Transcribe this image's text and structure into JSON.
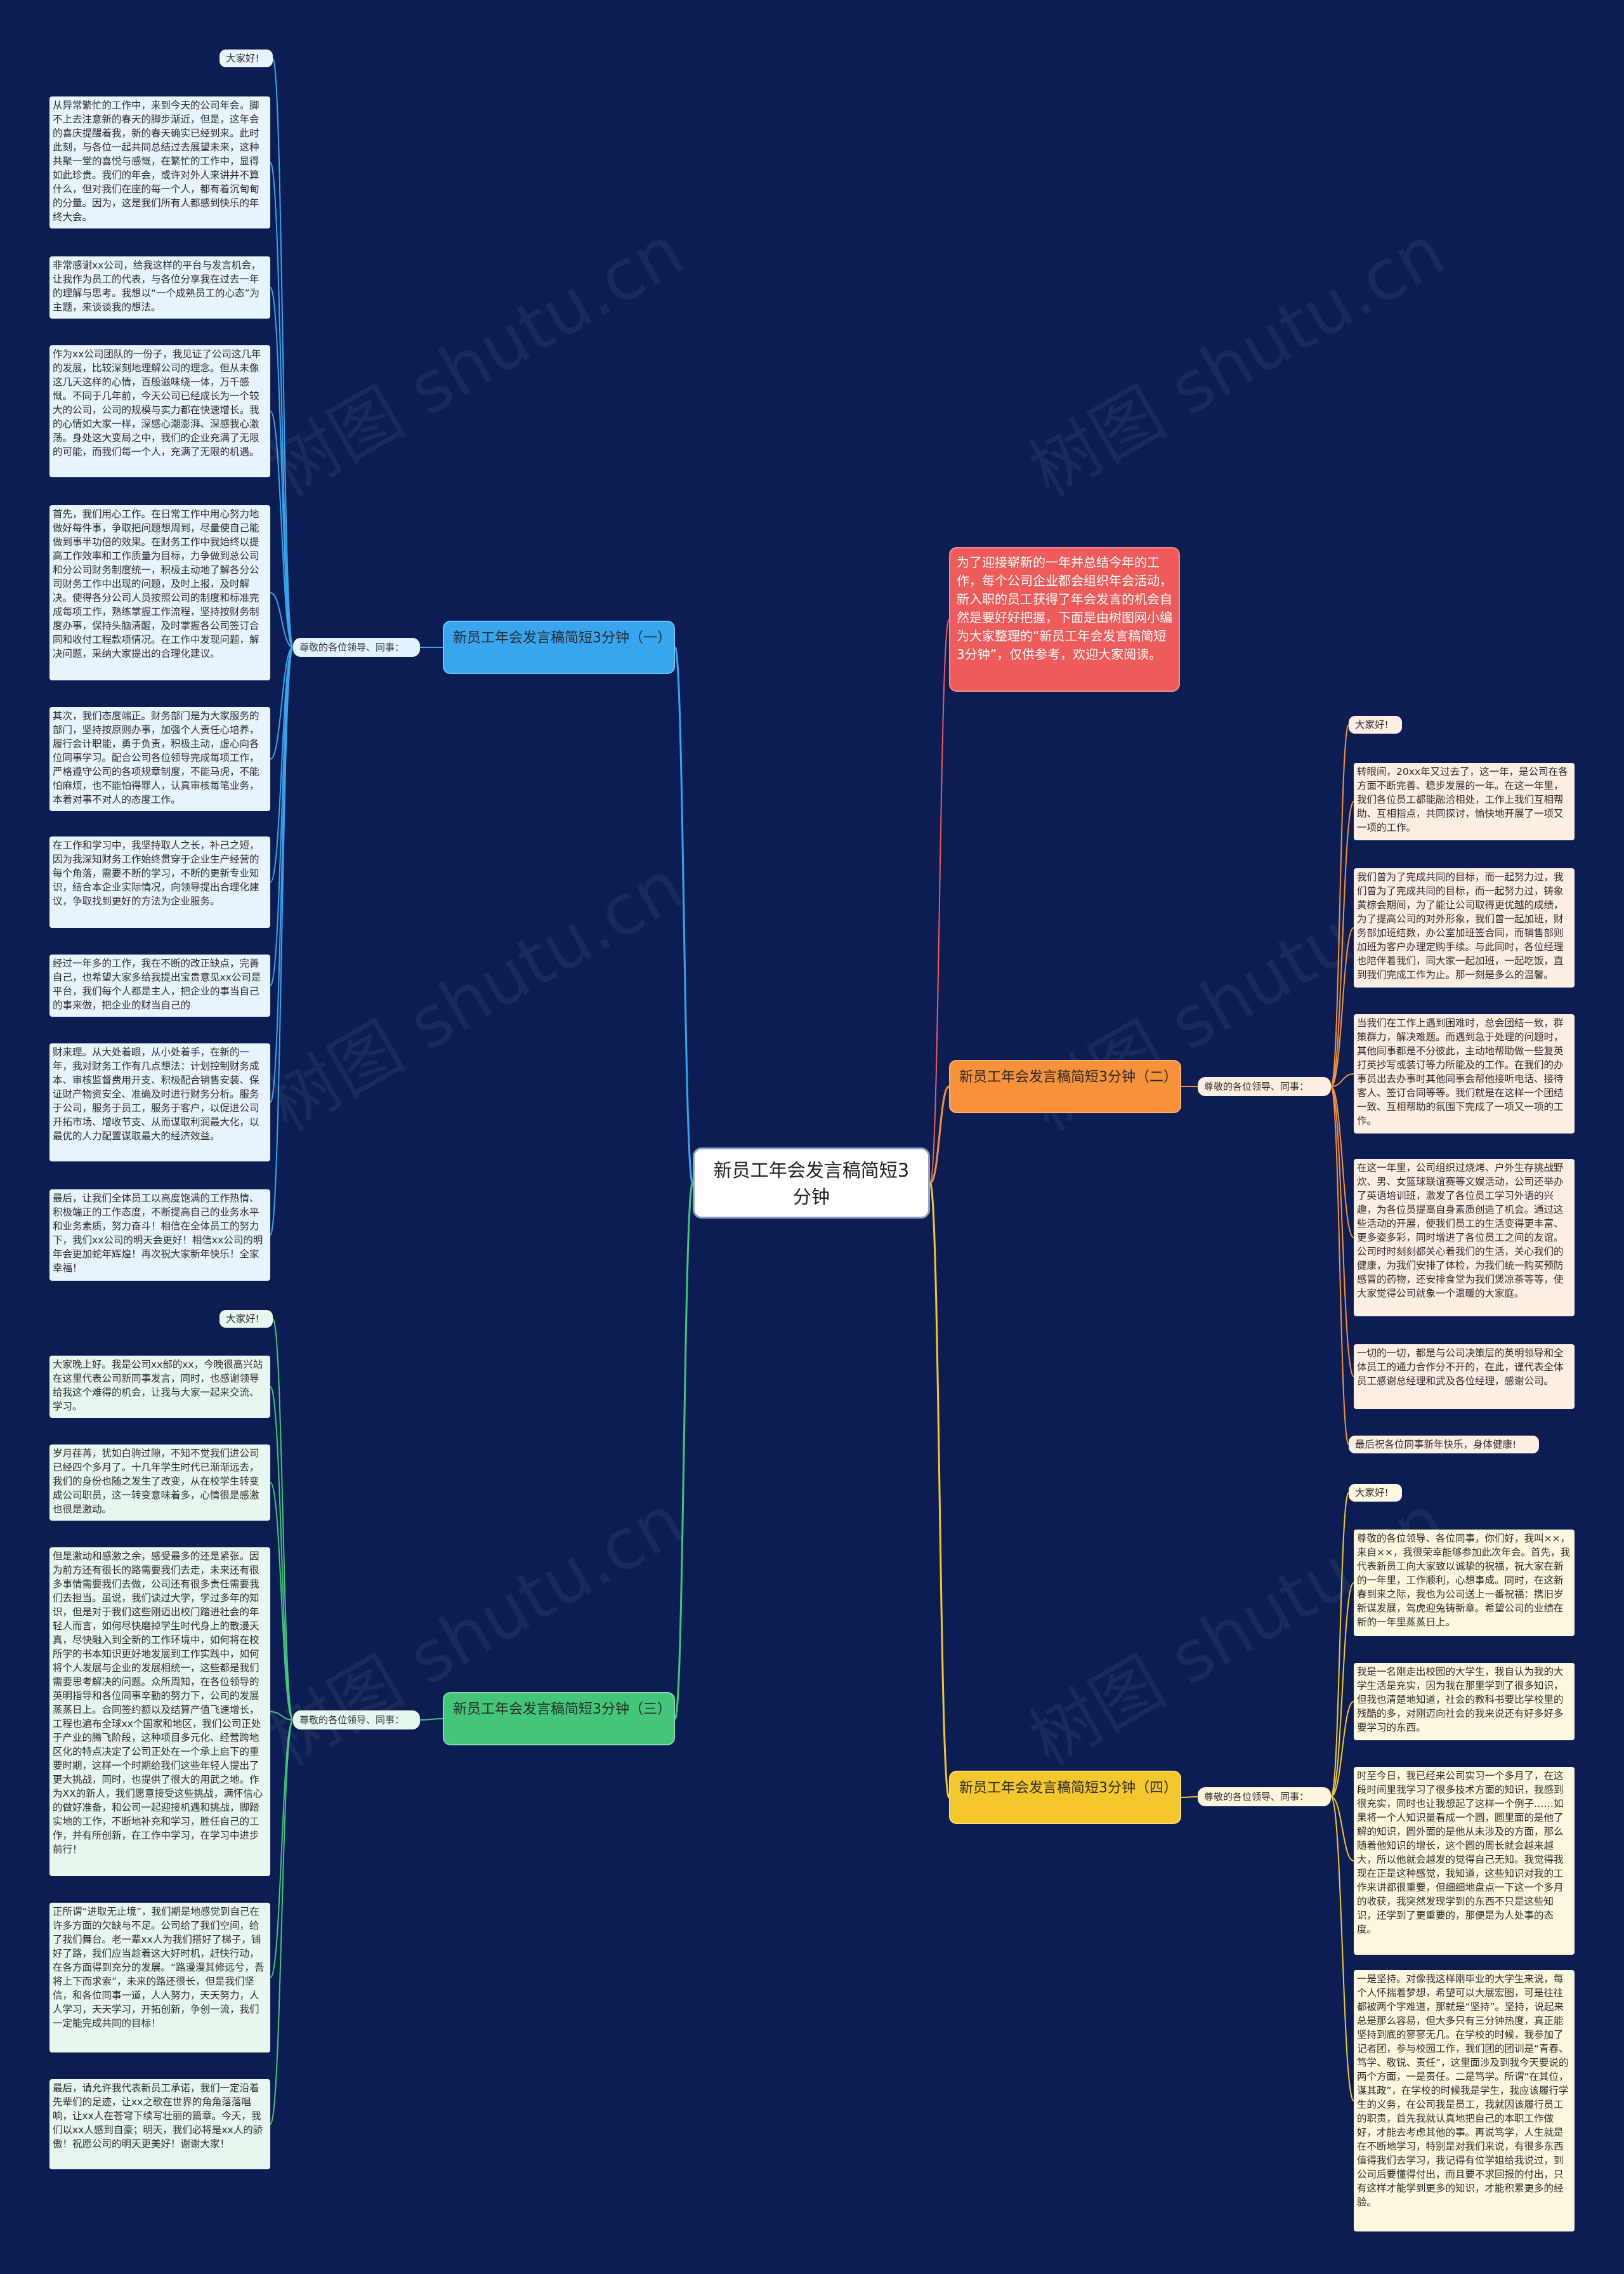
{
  "root": {
    "title": "新员工年会发言稿简短3分钟"
  },
  "intro": {
    "text": "为了迎接崭新的一年并总结今年的工作，每个公司企业都会组织年会活动，新入职的员工获得了年会发言的机会自然是要好好把握，下面是由树图网小编为大家整理的“新员工年会发言稿简短3分钟”，仅供参考，欢迎大家阅读。"
  },
  "watermark": "树图 shutu.cn",
  "branches": [
    {
      "title": "新员工年会发言稿简短3分钟（一）",
      "label": "尊敬的各位领导、同事：",
      "leaves": [
        "大家好!",
        "从异常繁忙的工作中，来到今天的公司年会。脚不上去注意新的春天的脚步渐近，但是，这年会的喜庆提醒着我，新的春天确实已经到来。此时此刻，与各位一起共同总结过去展望未来，这种共聚一堂的喜悦与感慨，在繁忙的工作中，显得如此珍贵。我们的年会，或许对外人来讲并不算什么，但对我们在座的每一个人，都有着沉甸甸的分量。因为，这是我们所有人都感到快乐的年终大会。",
        "非常感谢xx公司，给我这样的平台与发言机会，让我作为员工的代表，与各位分享我在过去一年的理解与思考。我想以“一个成熟员工的心态”为主题，来谈谈我的想法。",
        "作为xx公司团队的一份子，我见证了公司这几年的发展，比较深刻地理解公司的理念。但从未像这几天这样的心情，百般滋味绕一体，万千感慨。不同于几年前，今天公司已经成长为一个较大的公司，公司的规模与实力都在快速增长。我的心情如大家一样，深感心潮澎湃、深感我心激荡。身处这大变局之中，我们的企业充满了无限的可能，而我们每一个人，充满了无限的机遇。",
        "首先，我们用心工作。在日常工作中用心努力地做好每件事，争取把问题想周到，尽量使自己能做到事半功倍的效果。在财务工作中我始终以提高工作效率和工作质量为目标，力争做到总公司和分公司财务制度统一，积极主动地了解各分公司财务工作中出现的问题，及时上报，及时解决。使得各分公司人员按照公司的制度和标准完成每项工作，熟练掌握工作流程，坚持按财务制度办事，保持头脑清醒，及时掌握各公司签订合同和收付工程款项情况。在工作中发现问题，解决问题，采纳大家提出的合理化建议。",
        "其次，我们态度端正。财务部门是为大家服务的部门，坚持按原则办事，加强个人责任心培养，履行会计职能，勇于负责，积极主动，虚心向各位同事学习。配合公司各位领导完成每项工作，严格遵守公司的各项规章制度，不能马虎，不能怕麻烦，也不能怕得罪人，认真审核每笔业务，本着对事不对人的态度工作。",
        "在工作和学习中，我坚持取人之长，补己之短，因为我深知财务工作始终贯穿于企业生产经营的每个角落，需要不断的学习，不断的更新专业知识，结合本企业实际情况，向领导提出合理化建议，争取找到更好的方法为企业服务。",
        "经过一年多的工作，我在不断的改正缺点，完善自己，也希望大家多给我提出宝贵意见xx公司是平台，我们每个人都是主人，把企业的事当自己的事来做，把企业的财当自己的",
        "财来理。从大处着眼，从小处着手，在新的一年，我对财务工作有几点想法：计划控制财务成本、审核监督费用开支、积极配合销售安装、保证财产物资安全、准确及时进行财务分析。服务于公司，服务于员工，服务于客户，以促进公司开拓市场、增收节支、从而谋取利润最大化，以最优的人力配置谋取最大的经济效益。",
        "最后，让我们全体员工以高度饱满的工作热情、积极端正的工作态度，不断提高自己的业务水平和业务素质，努力奋斗！相信在全体员工的努力下，我们xx公司的明天会更好！相信xx公司的明年会更加蛇年辉煌！再次祝大家新年快乐！全家幸福！"
      ]
    },
    {
      "title": "新员工年会发言稿简短3分钟（二）",
      "label": "尊敬的各位领导、同事：",
      "leaves": [
        "大家好!",
        "转眼间，20xx年又过去了，这一年，是公司在各方面不断完善、稳步发展的一年。在这一年里，我们各位员工都能融洽相处，工作上我们互相帮助、互相指点，共同探讨，愉快地开展了一项又一项的工作。",
        "我们曾为了完成共同的目标，而一起努力过，我们曾为了完成共同的目标，而一起努力过，铸象黄棕会期间，为了能让公司取得更优越的成绩，为了提高公司的对外形象，我们曾一起加班，财务部加班结数，办公室加班签合同，而销售部则加班为客户办理定购手续。与此同时，各位经理也陪伴着我们，同大家一起加班，一起吃饭，直到我们完成工作为止。那一刻是多么的温馨。",
        "当我们在工作上遇到困难时，总会团结一致，群策群力，解决难题。而遇到急于处理的问题时，其他同事都是不分彼此，主动地帮助做一些复英打英抄写或装订等力所能及的工作。在我们的办事员出去办事时其他同事会帮他接听电话、接待客人、签订合同等等。我们就是在这样一个团结一致、互相帮助的氛围下完成了一项又一项的工作。",
        "在这一年里，公司组织过烧烤、户外生存挑战野炊、男、女篮球联谊赛等文娱活动，公司还举办了英语培训班，激发了各位员工学习外语的兴趣，为各位员提高自身素质创造了机会。通过这些活动的开展，使我们员工的生活变得更丰富、更多姿多彩，同时增进了各位员工之间的友谊。公司时时刻刻都关心着我们的生活，关心我们的健康，为我们安排了体检，为我们统一购买预防感冒的药物，还安排食堂为我们煲凉茶等等，使大家觉得公司就象一个温暖的大家庭。",
        "一切的一切，都是与公司决策层的英明领导和全体员工的通力合作分不开的，在此，谨代表全体员工感谢总经理和武及各位经理，感谢公司。",
        "最后祝各位同事新年快乐，身体健康!"
      ]
    },
    {
      "title": "新员工年会发言稿简短3分钟（三）",
      "label": "尊敬的各位领导、同事：",
      "leaves": [
        "大家好!",
        "大家晚上好。我是公司xx部的xx，今晚很高兴站在这里代表公司新同事发言，同时，也感谢领导给我这个难得的机会，让我与大家一起来交流、学习。",
        "岁月荏苒，犹如白驹过隙，不知不觉我们进公司已经四个多月了。十几年学生时代已渐渐远去，我们的身份也随之发生了改变，从在校学生转变成公司职员，这一转变意味着多，心情很是感激也很是激动。",
        "但是激动和感激之余，感受最多的还是紧张。因为前方还有很长的路需要我们去走，未来还有很多事情需要我们去做，公司还有很多责任需要我们去担当。虽说，我们读过大学，学过多年的知识，但是对于我们这些刚迈出校门踏进社会的年轻人而言，如何尽快磨掉学生时代身上的散漫天真，尽快融入到全新的工作环境中，如何将在校所学的书本知识更好地发展到工作实践中，如何将个人发展与企业的发展相统一，这些都是我们需要思考解决的问题。众所周知，在各位领导的英明指导和各位同事辛勤的努力下，公司的发展蒸蒸日上。合同签约额以及结算产值飞速增长，工程也遍布全球xx个国家和地区，我们公司正处于产业的腾飞阶段，这种项目多元化、经营跨地区化的特点决定了公司正处在一个承上启下的重要时期，这样一个时期给我们这些年轻人提出了更大挑战，同时，也提供了很大的用武之地。作为XX的新人，我们愿意接受这些挑战，满怀信心的做好准备，和公司一起迎接机遇和挑战，脚踏实地的工作，不断地补充和学习，胜任自己的工作，并有所创新，在工作中学习，在学习中进步前行！",
        "正所谓“进取无止境”，我们期是地感觉到自己在许多方面的欠缺与不足。公司给了我们空间，给了我们舞台。老一辈xx人为我们搭好了梯子，铺好了路，我们应当趁着这大好时机，赶快行动，在各方面得到充分的发展。“路漫漫其修远兮，吾将上下而求索”，未来的路还很长，但是我们坚信，和各位同事一道，人人努力，天天努力，人人学习，天天学习，开拓创新，争创一流，我们一定能完成共同的目标！",
        "最后，请允许我代表新员工承诺，我们一定沿着先辈们的足迹，让xx之歌在世界的角角落落唱响，让xx人在苍穹下续写壮丽的篇章。今天，我们以xx人感到自豪；明天，我们必将是xx人的骄傲！祝愿公司的明天更美好！谢谢大家！"
      ]
    },
    {
      "title": "新员工年会发言稿简短3分钟（四）",
      "label": "尊敬的各位领导、同事：",
      "leaves": [
        "大家好!",
        "尊敬的各位领导、各位同事，你们好，我叫××，来自××，我很荣幸能够参加此次年会。首先，我代表新员工向大家致以诚挚的祝福，祝大家在新的一年里，工作顺利，心想事成。同时，在这新春到来之际，我也为公司送上一番祝福：携旧岁新谋发展，驾虎迎兔铸新章。希望公司的业绩在新的一年里蒸蒸日上。",
        "我是一名刚走出校园的大学生，我自认为我的大学生活是充实，因为我在那里学到了很多知识，但我也清楚地知道，社会的教科书要比学校里的残酷的多，对刚迈向社会的我来说还有好多好多要学习的东西。",
        "时至今日，我已经来公司实习一个多月了，在这段时间里我学习了很多技术方面的知识，我感到很充实，同时也让我想起了这样一个例子……如果将一个人知识量看成一个圆，圆里面的是他了解的知识，圆外面的是他从未涉及的方面，那么随着他知识的增长，这个圆的周长就会越来越大，所以他就会越发的觉得自己无知。我觉得我现在正是这种感觉，我知道，这些知识对我的工作来讲都很重要，但细细地盘点一下这一个多月的收获，我突然发现学到的东西不只是这些知识，还学到了更重要的，那便是为人处事的态度。",
        "一是坚持。对像我这样刚毕业的大学生来说，每个人怀揣着梦想，希望可以大展宏图，可是往往都被两个字难道，那就是“坚持”。坚持，说起来总是那么容易，但大多只有三分钟热度，真正能坚持到底的寥寥无几。在学校的时候，我参加了记者团，参与校园工作，我们团的团训是“青春、笃学、敬锐、责任”，这里面涉及到我今天要说的两个方面，一是责任。二是笃学。所谓“在其位，谋其政”，在学校的时候我是学生，我应该履行学生的义务，在公司我是员工，我就因该履行员工的职责，首先我就认真地把自己的本职工作做好，才能去考虑其他的事。再说笃学，人生就是在不断地学习，特别是对我们来说，有很多东西值得我们去学习，我记得有位学姐给我说过，到公司后要懂得付出，而且要不求回报的付出，只有这样才能学到更多的知识，才能积累更多的经验。"
      ]
    }
  ]
}
